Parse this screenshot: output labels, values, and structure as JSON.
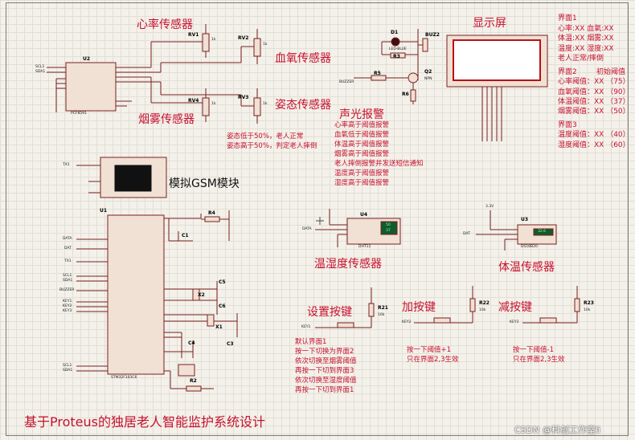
{
  "labels": {
    "heart_sensor": "心率传感器",
    "oxygen_sensor": "血氧传感器",
    "smoke_sensor": "烟雾传感器",
    "posture_sensor": "姿态传感器",
    "display": "显示屏",
    "sound_light_alarm": "声光报警",
    "gsm_module": "模拟GSM模块",
    "temp_humidity_sensor": "温湿度传感器",
    "body_temp_sensor": "体温传感器",
    "set_button": "设置按键",
    "add_button": "加按键",
    "sub_button": "减按键"
  },
  "posture_notes": [
    "姿态低于50%，老人正常",
    "姿态高于50%，判定老人摔倒"
  ],
  "alarm_list": [
    "心率高于阈值报警",
    "血氧低于阈值报警",
    "体温高于阈值报警",
    "烟雾高于阈值报警",
    "老人摔倒报警并发送短信通知",
    "温度高于阈值报警",
    "湿度高于阈值报警"
  ],
  "interface": {
    "screen1_title": "界面1",
    "screen1_lines": [
      "心率:XX  血氧:XX",
      "体温:XX  烟雾:XX",
      "温度:XX  湿度:XX",
      "老人正常/摔倒"
    ],
    "screen2_title": "界面2",
    "screen2_header": "初始阈值",
    "screen2_lines": [
      "心率阈值：XX  （75）",
      "血氧阈值：XX  （90）",
      "体温阈值：XX  （37）",
      "烟雾阈值：XX  （50）"
    ],
    "screen3_title": "界面3",
    "screen3_lines": [
      "温度阈值：XX  （40）",
      "湿度阈值：XX  （60）"
    ]
  },
  "set_button_notes": [
    "默认界面1",
    "按一下切换为界面2",
    "依次切换至烟雾阈值",
    "再按一下切到界面3",
    "依次切换至湿度阈值",
    "再按一下切到界面1"
  ],
  "add_button_notes": [
    "按一下阈值+1",
    "只在界面2,3生效"
  ],
  "sub_button_notes": [
    "按一下阈值-1",
    "只在界面2,3生效"
  ],
  "title": "基于Proteus的独居老人智能监护系统设计",
  "watermark": "CSDN @科创工作室li",
  "components": {
    "u2": "U2",
    "u2_part": "PCF8591",
    "rv1": "RV1",
    "rv2": "RV2",
    "rv3": "RV3",
    "rv4": "RV4",
    "d1": "D1",
    "d1_part": "LED-BLUE",
    "buz2": "BUZ2",
    "r3": "R3",
    "r5": "R5",
    "r6": "R6",
    "q2": "Q2",
    "q2_part": "NPN",
    "u1": "U1",
    "u1_part": "STM32F103C6",
    "u3": "U3",
    "u3_part": "DS18B20",
    "u4": "U4",
    "u4_part": "DHT11",
    "r2": "R2",
    "r4": "R4",
    "r21": "R21",
    "r22": "R22",
    "r23": "R23",
    "c1": "C1",
    "c3": "C3",
    "c4": "C4",
    "c5": "C5",
    "c6": "C6",
    "x1": "X1",
    "x2": "X2",
    "pot_value": "1k",
    "res_value": "10k",
    "u3_readout": "32.6",
    "u4_readout_1": "50",
    "u4_readout_2": "37",
    "buzzer_net": "BUZZER",
    "key1_net": "KEY1",
    "key2_net": "KEY2",
    "key3_net": "KEY3",
    "data_net": "DATA",
    "dat_net": "DAT",
    "tx1_net": "TX1",
    "scl_net": "SCL1",
    "sda_net": "SDA1",
    "vcc_net": "3.3V"
  }
}
